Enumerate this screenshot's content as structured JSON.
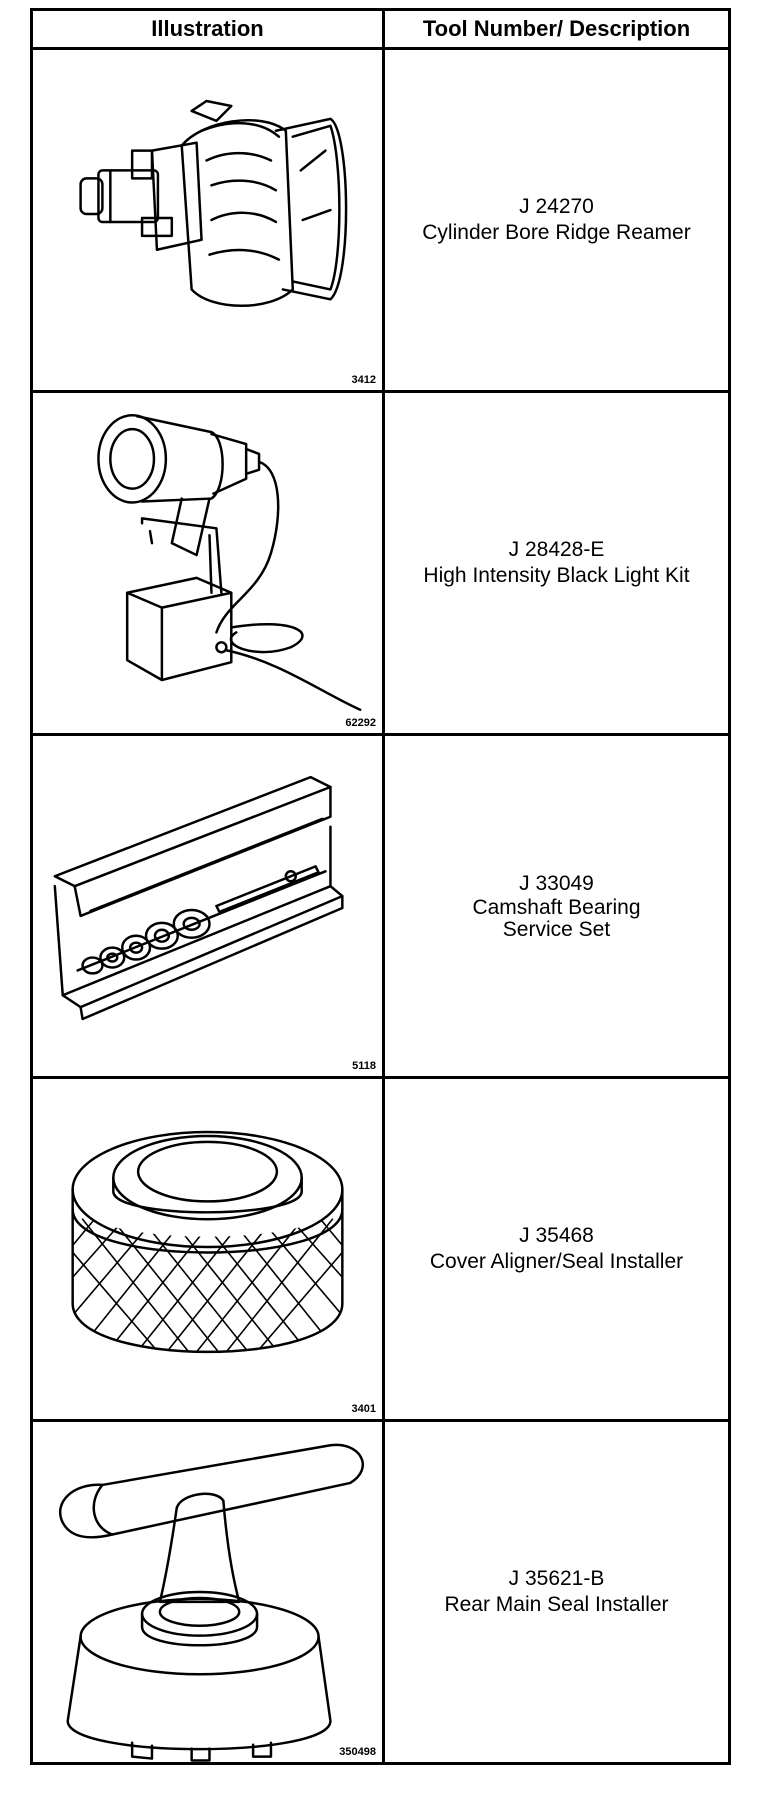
{
  "table": {
    "header": {
      "illustration": "Illustration",
      "tool": "Tool Number/ Description"
    },
    "rows": [
      {
        "figure": "3412",
        "number": "J 24270",
        "description": "Cylinder Bore Ridge Reamer",
        "icon": "ridge-reamer-icon"
      },
      {
        "figure": "62292",
        "number": "J 28428-E",
        "description": "High Intensity Black Light Kit",
        "icon": "black-light-kit-icon"
      },
      {
        "figure": "5118",
        "number": "J 33049",
        "description": "Camshaft Bearing Service Set",
        "icon": "bearing-service-set-icon"
      },
      {
        "figure": "3401",
        "number": "J 35468",
        "description": "Cover Aligner/Seal Installer",
        "icon": "cover-aligner-icon"
      },
      {
        "figure": "350498",
        "number": "J 35621-B",
        "description": "Rear Main Seal Installer",
        "icon": "rear-main-seal-installer-icon"
      }
    ]
  }
}
